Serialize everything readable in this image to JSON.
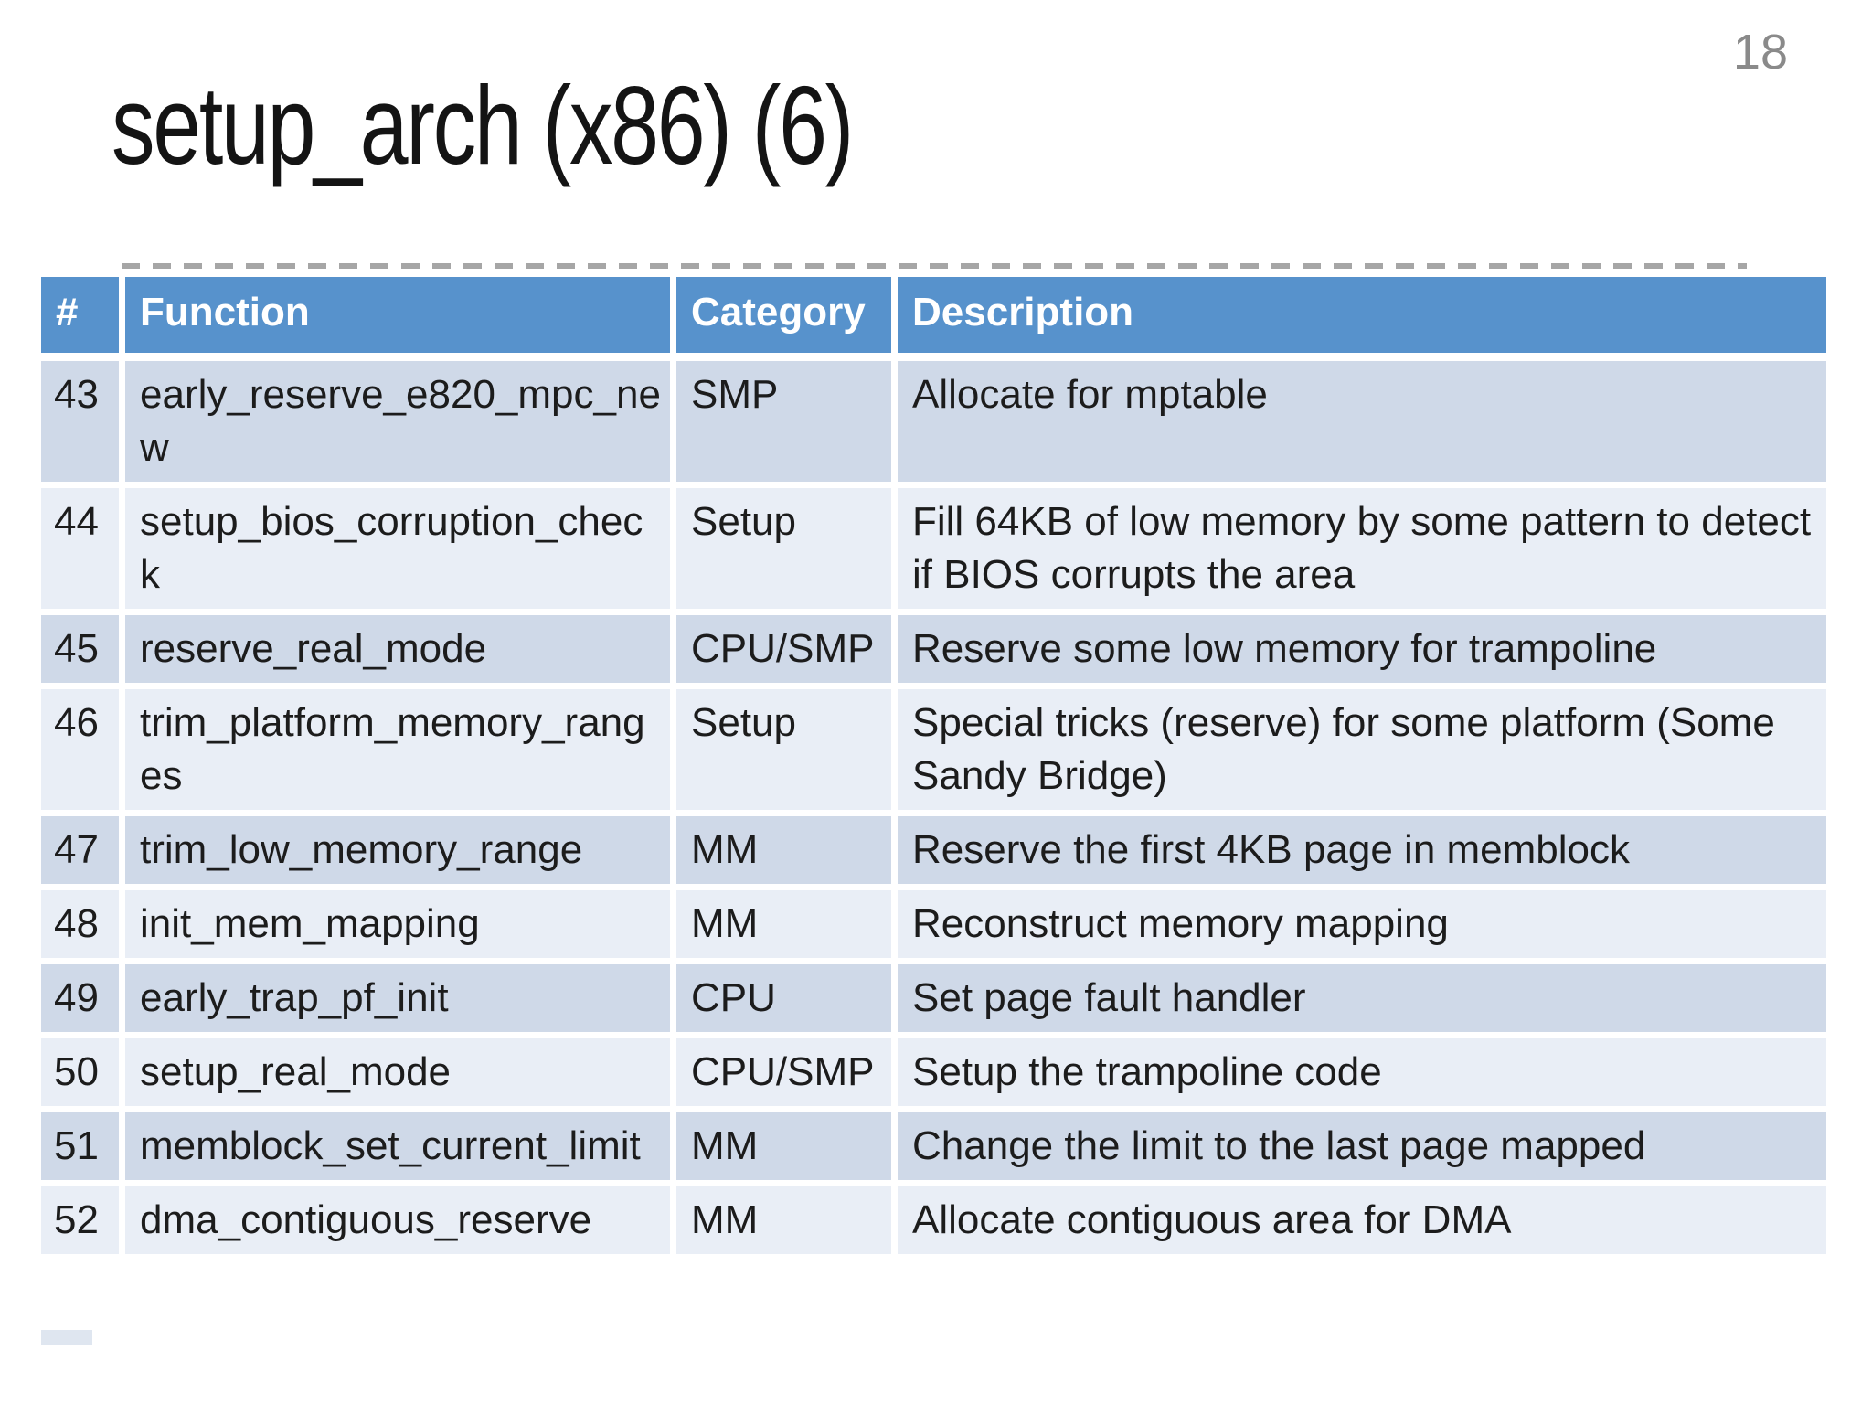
{
  "page_number": "18",
  "title": "setup_arch (x86) (6)",
  "table": {
    "headers": [
      "#",
      "Function",
      "Category",
      "Description"
    ],
    "rows": [
      {
        "num": "43",
        "function": "early_reserve_e820_mpc_new",
        "category": "SMP",
        "description": "Allocate for mptable"
      },
      {
        "num": "44",
        "function": "setup_bios_corruption_check",
        "category": "Setup",
        "description": "Fill 64KB of low memory by some pattern to detect if BIOS corrupts the area"
      },
      {
        "num": "45",
        "function": "reserve_real_mode",
        "category": "CPU/SMP",
        "description": "Reserve some low memory for trampoline"
      },
      {
        "num": "46",
        "function": "trim_platform_memory_ranges",
        "category": "Setup",
        "description": "Special tricks (reserve) for some platform (Some Sandy Bridge)"
      },
      {
        "num": "47",
        "function": "trim_low_memory_range",
        "category": "MM",
        "description": "Reserve the first 4KB page in memblock"
      },
      {
        "num": "48",
        "function": "init_mem_mapping",
        "category": "MM",
        "description": "Reconstruct memory mapping"
      },
      {
        "num": "49",
        "function": "early_trap_pf_init",
        "category": "CPU",
        "description": "Set page fault handler"
      },
      {
        "num": "50",
        "function": "setup_real_mode",
        "category": "CPU/SMP",
        "description": "Setup the trampoline code"
      },
      {
        "num": "51",
        "function": "memblock_set_current_limit",
        "category": "MM",
        "description": "Change the limit to the last page mapped"
      },
      {
        "num": "52",
        "function": "dma_contiguous_reserve",
        "category": "MM",
        "description": "Allocate contiguous area for DMA"
      }
    ]
  },
  "colors": {
    "header_bg": "#5792cc",
    "band_dark": "#cfd9e8",
    "band_light": "#e9eef6",
    "page_number": "#8a8a8a",
    "dashed_rule": "#a6a6a6"
  }
}
